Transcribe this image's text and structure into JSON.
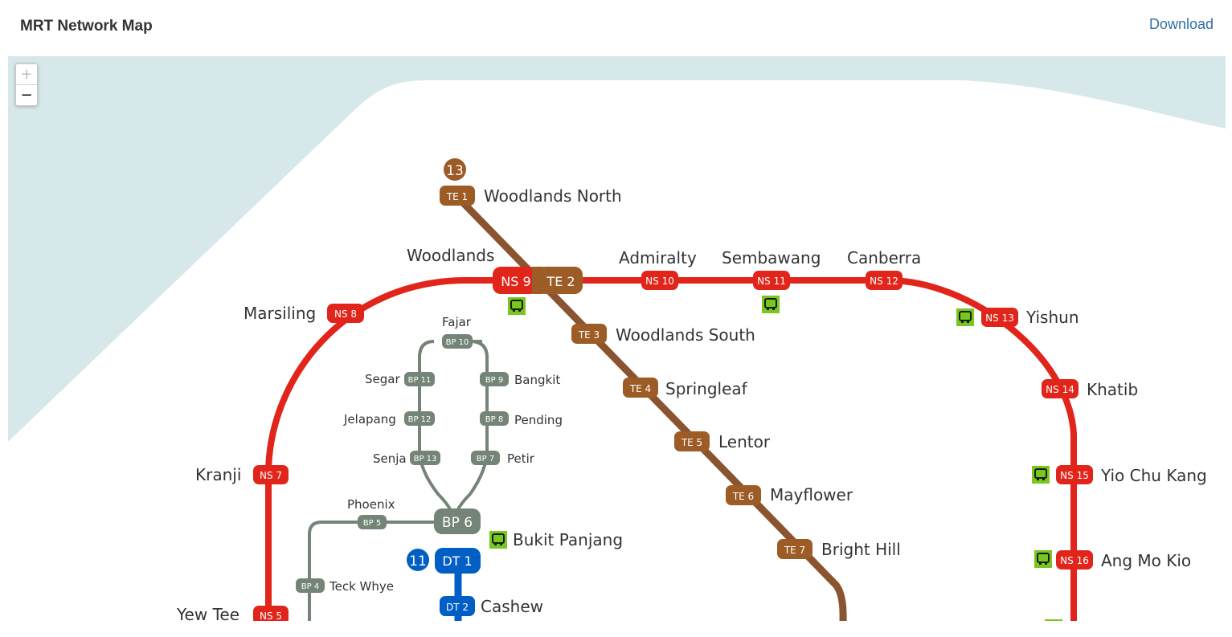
{
  "header": {
    "title": "MRT Network Map",
    "download_label": "Download"
  },
  "zoom": {
    "in_label": "+",
    "out_label": "−"
  },
  "colors": {
    "ns": "#e1251b",
    "te": "#9d5b25",
    "te_line": "#8b5430",
    "dt": "#005ec4",
    "bp": "#748477",
    "water": "#d6e8ea",
    "bus": "#78c71f"
  },
  "lines": {
    "te_number": "13",
    "dt_number": "11"
  },
  "stations": {
    "woodlands_north": {
      "code": "TE 1",
      "name": "Woodlands North"
    },
    "woodlands": {
      "ns_code": "NS 9",
      "te_code": "TE 2",
      "name": "Woodlands"
    },
    "admiralty": {
      "code": "NS 10",
      "name": "Admiralty"
    },
    "sembawang": {
      "code": "NS 11",
      "name": "Sembawang"
    },
    "canberra": {
      "code": "NS 12",
      "name": "Canberra"
    },
    "yishun": {
      "code": "NS 13",
      "name": "Yishun"
    },
    "khatib": {
      "code": "NS 14",
      "name": "Khatib"
    },
    "yio_chu_kang": {
      "code": "NS 15",
      "name": "Yio Chu Kang"
    },
    "ang_mo_kio": {
      "code": "NS 16",
      "name": "Ang Mo Kio"
    },
    "marsiling": {
      "code": "NS 8",
      "name": "Marsiling"
    },
    "kranji": {
      "code": "NS 7",
      "name": "Kranji"
    },
    "yew_tee": {
      "code": "NS 5",
      "name": "Yew Tee"
    },
    "woodlands_south": {
      "code": "TE 3",
      "name": "Woodlands South"
    },
    "springleaf": {
      "code": "TE 4",
      "name": "Springleaf"
    },
    "lentor": {
      "code": "TE 5",
      "name": "Lentor"
    },
    "mayflower": {
      "code": "TE 6",
      "name": "Mayflower"
    },
    "bright_hill": {
      "code": "TE 7",
      "name": "Bright Hill"
    },
    "fajar": {
      "code": "BP 10",
      "name": "Fajar"
    },
    "segar": {
      "code": "BP 11",
      "name": "Segar"
    },
    "bangkit": {
      "code": "BP 9",
      "name": "Bangkit"
    },
    "jelapang": {
      "code": "BP 12",
      "name": "Jelapang"
    },
    "pending": {
      "code": "BP 8",
      "name": "Pending"
    },
    "senja": {
      "code": "BP 13",
      "name": "Senja"
    },
    "petir": {
      "code": "BP 7",
      "name": "Petir"
    },
    "phoenix": {
      "code": "BP 5",
      "name": "Phoenix"
    },
    "bukit_panjang": {
      "bp_code": "BP 6",
      "dt_code": "DT 1",
      "name": "Bukit Panjang"
    },
    "teck_whye": {
      "code": "BP 4",
      "name": "Teck Whye"
    },
    "cashew": {
      "code": "DT 2",
      "name": "Cashew"
    }
  }
}
